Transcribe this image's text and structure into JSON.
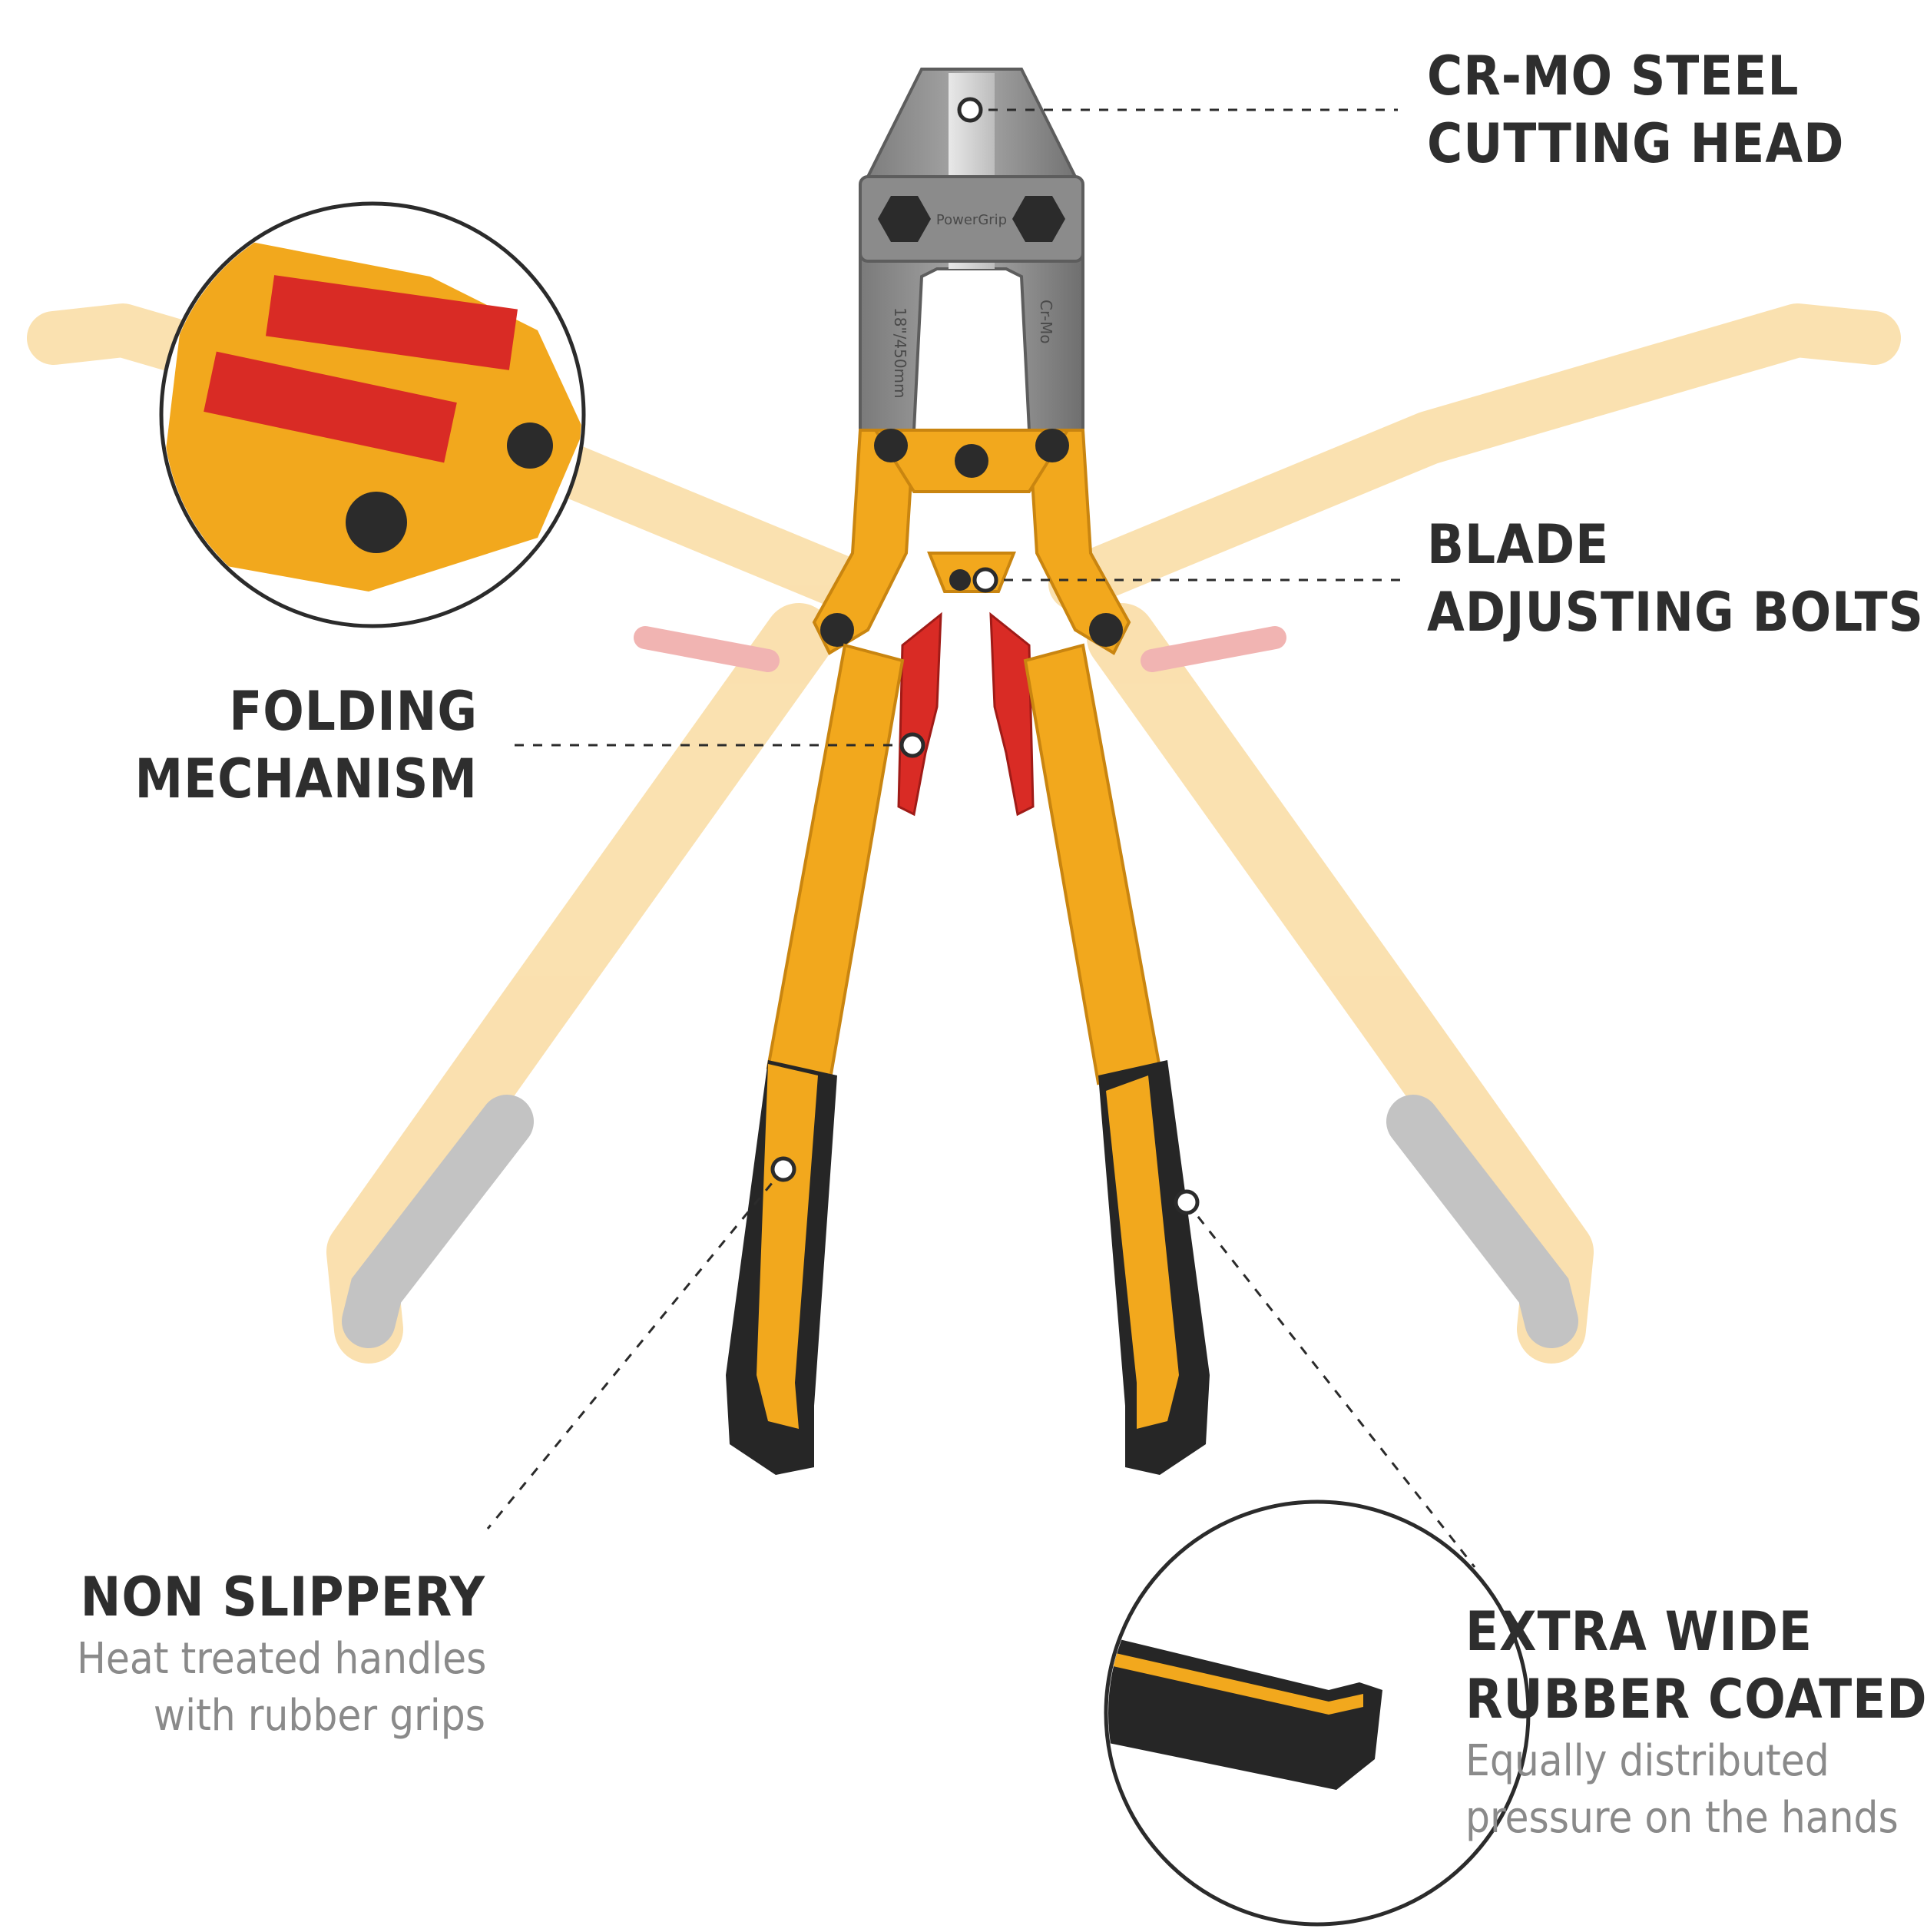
{
  "labels": {
    "cutting_head": {
      "line1": "CR-MO STEEL",
      "line2": "CUTTING HEAD"
    },
    "blade_bolts": {
      "line1": "BLADE",
      "line2": "ADJUSTING BOLTS"
    },
    "folding": {
      "line1": "FOLDING",
      "line2": "MECHANISM"
    },
    "non_slippery": {
      "title": "NON SLIPPERY",
      "desc1": "Heat treated handles",
      "desc2": "with rubber grips"
    },
    "extra_wide": {
      "line1": "EXTRA WIDE",
      "line2": "RUBBER COATED",
      "desc1": "Equally distributed",
      "desc2": "pressure on the hands"
    }
  },
  "tool_markings": {
    "brand": "PowerGrip",
    "material": "Cr-Mo",
    "size": "18\"/450mm"
  },
  "colors": {
    "handle_yellow": "#f2a81d",
    "grip_black": "#262626",
    "lever_red": "#d92b25",
    "steel_grey": "#8d8d8d",
    "label_dark": "#2e2e2e",
    "label_grey": "#8a8a8a"
  }
}
